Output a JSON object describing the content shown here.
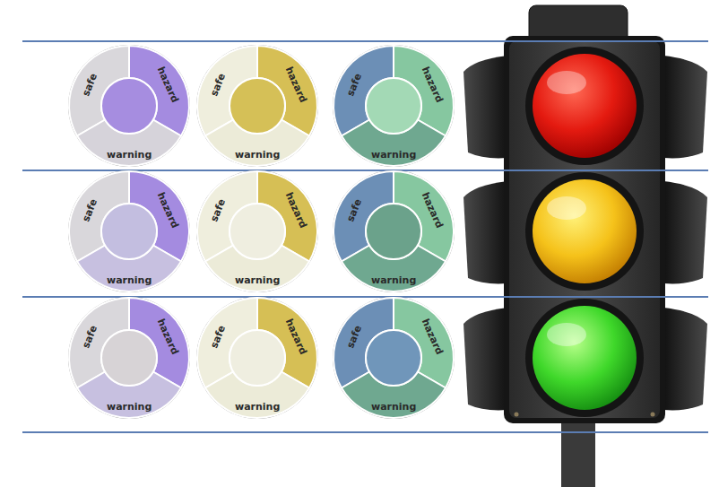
{
  "diagram": {
    "nodes": [
      {
        "text": [
          "safe",
          "hazard",
          "warning"
        ]
      },
      {
        "text": [
          "safe",
          "hazard",
          "warning"
        ]
      },
      {
        "text": [
          "safe",
          "hazard",
          "warning"
        ]
      },
      {
        "text": [
          "safe",
          "hazard",
          "warning"
        ]
      },
      {
        "text": [
          "safe",
          "hazard",
          "warning"
        ]
      },
      {
        "text": [
          "safe",
          "hazard",
          "warning"
        ]
      },
      {
        "text": [
          "safe",
          "hazard",
          "warning"
        ]
      },
      {
        "text": [
          "safe",
          "hazard",
          "warning"
        ]
      },
      {
        "text": [
          "safe",
          "hazard",
          "warning"
        ]
      }
    ]
  }
}
